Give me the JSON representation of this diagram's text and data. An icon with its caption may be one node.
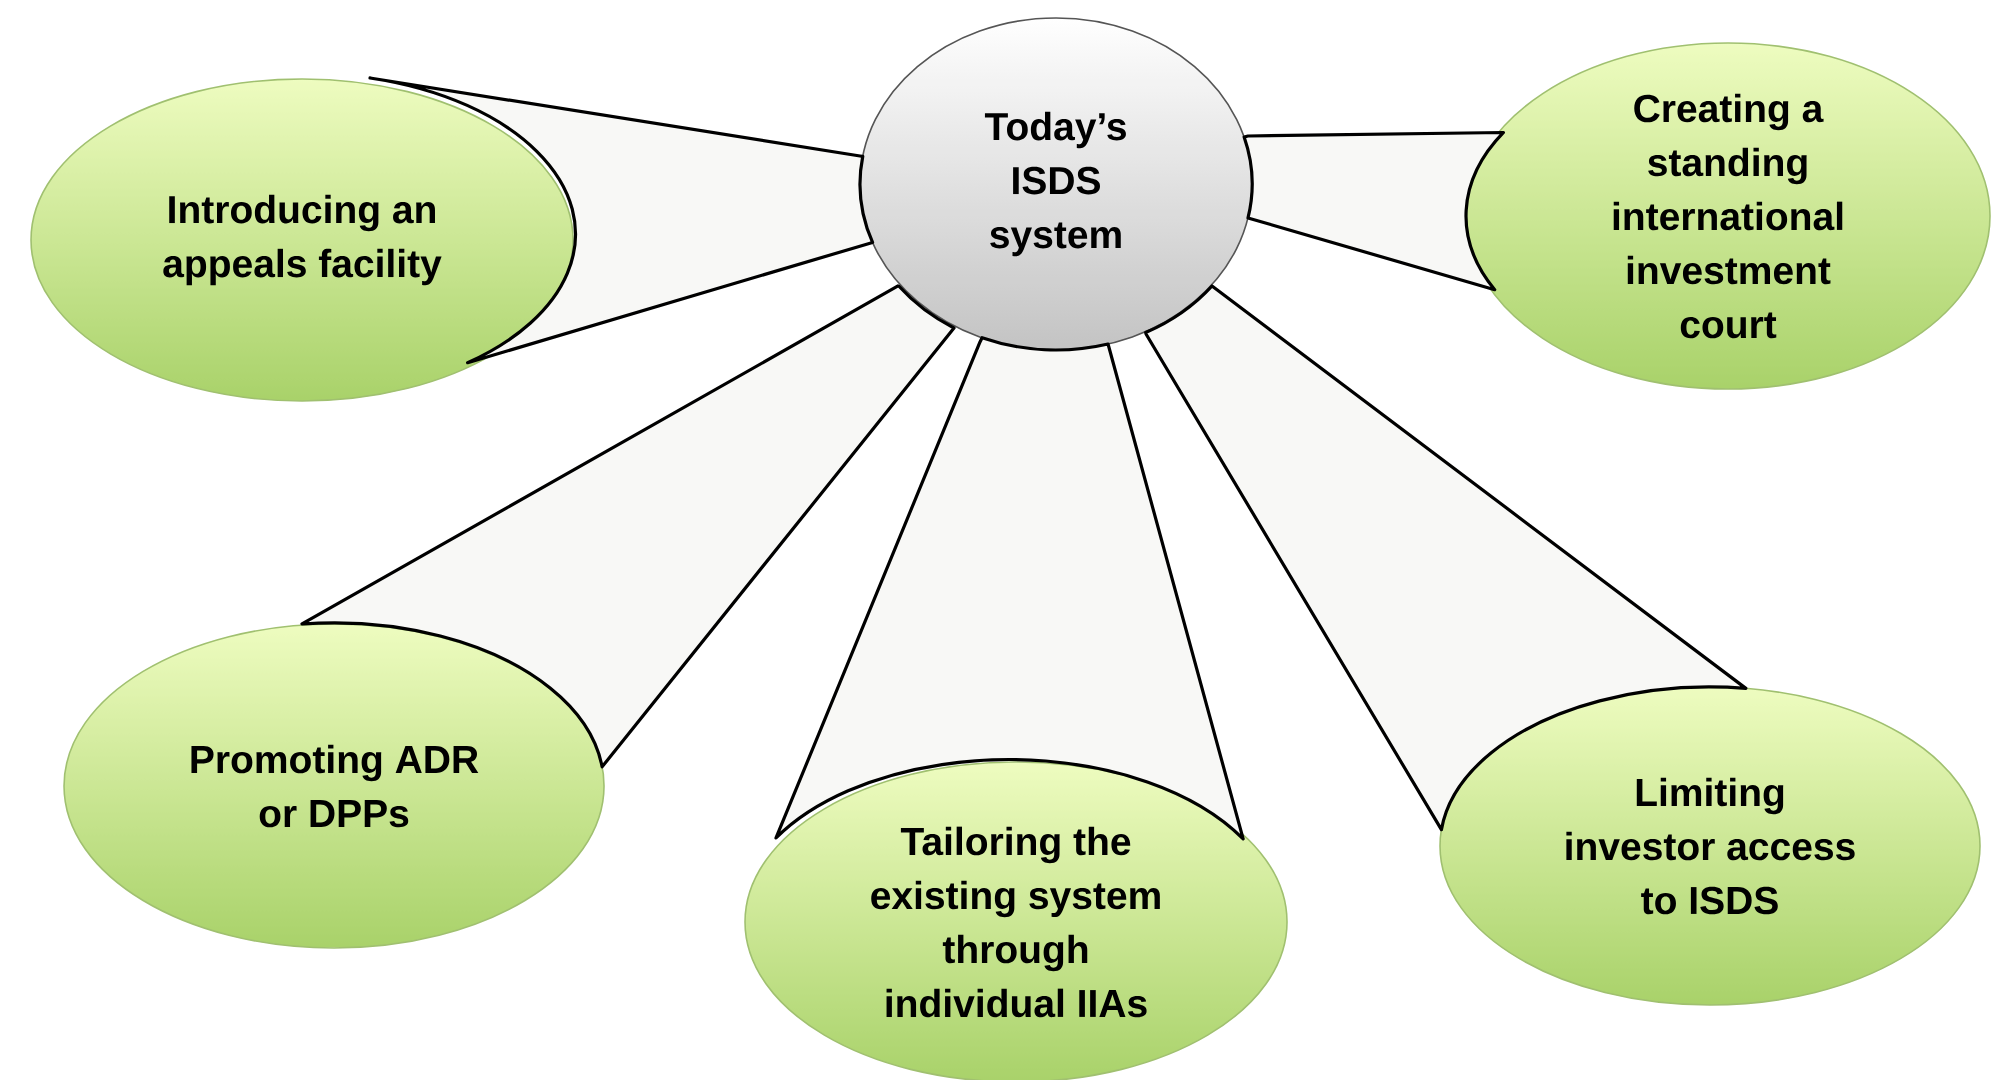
{
  "diagram": {
    "nodes": [
      {
        "text": [
          "Today’s ISDS system"
        ]
      },
      {
        "text": [
          "Introducing an appeals facility"
        ]
      },
      {
        "text": [
          "Creating a standing international investment court"
        ]
      },
      {
        "text": [
          "Promoting ADR or DPPs"
        ]
      },
      {
        "text": [
          "Tailoring the existing system through individual IIAs"
        ]
      },
      {
        "text": [
          "Limiting investor access to ISDS"
        ]
      }
    ],
    "edges": [
      {
        "from": 0,
        "to": 1,
        "arrow": "none"
      },
      {
        "from": 0,
        "to": 2,
        "arrow": "none"
      },
      {
        "from": 0,
        "to": 3,
        "arrow": "none"
      },
      {
        "from": 0,
        "to": 4,
        "arrow": "none"
      },
      {
        "from": 0,
        "to": 5,
        "arrow": "none"
      }
    ]
  }
}
